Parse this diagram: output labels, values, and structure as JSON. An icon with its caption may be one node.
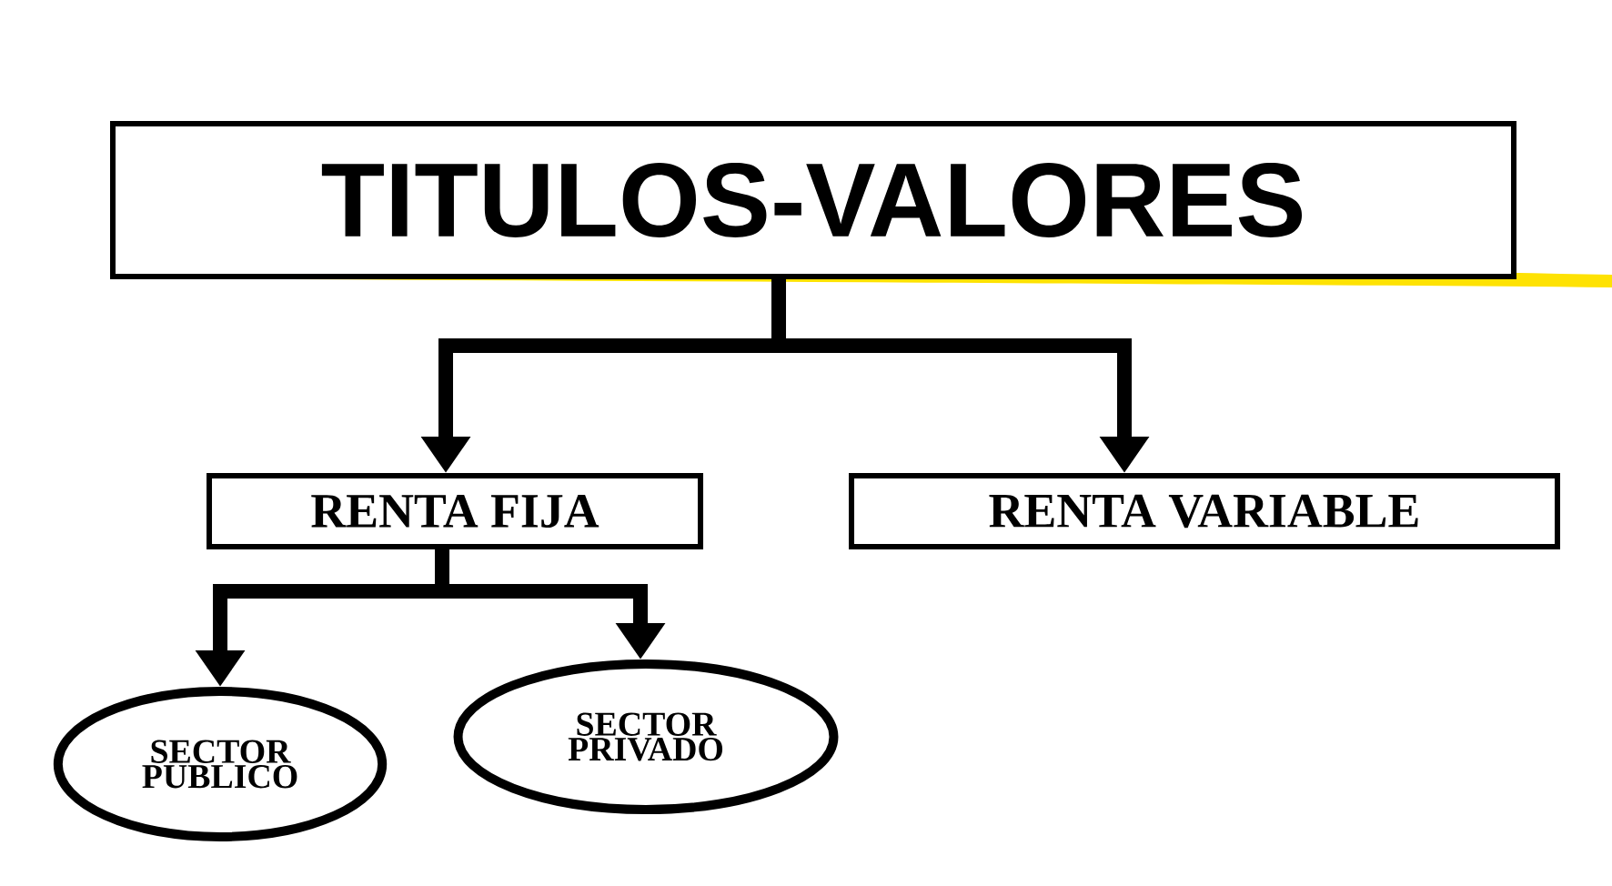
{
  "diagram": {
    "nodes": [
      {
        "text": [
          "TITULOS-VALORES"
        ]
      },
      {
        "text": [
          "RENTA FIJA"
        ]
      },
      {
        "text": [
          "RENTA VARIABLE"
        ]
      },
      {
        "text": [
          "SECTOR PUBLICO"
        ]
      },
      {
        "text": [
          "SECTOR PRIVADO"
        ]
      }
    ],
    "edges": [
      {
        "from": 0,
        "to": 1,
        "arrow": "to"
      },
      {
        "from": 0,
        "to": 2,
        "arrow": "to"
      },
      {
        "from": 1,
        "to": 3,
        "arrow": "to"
      },
      {
        "from": 1,
        "to": 4,
        "arrow": "to"
      }
    ]
  }
}
